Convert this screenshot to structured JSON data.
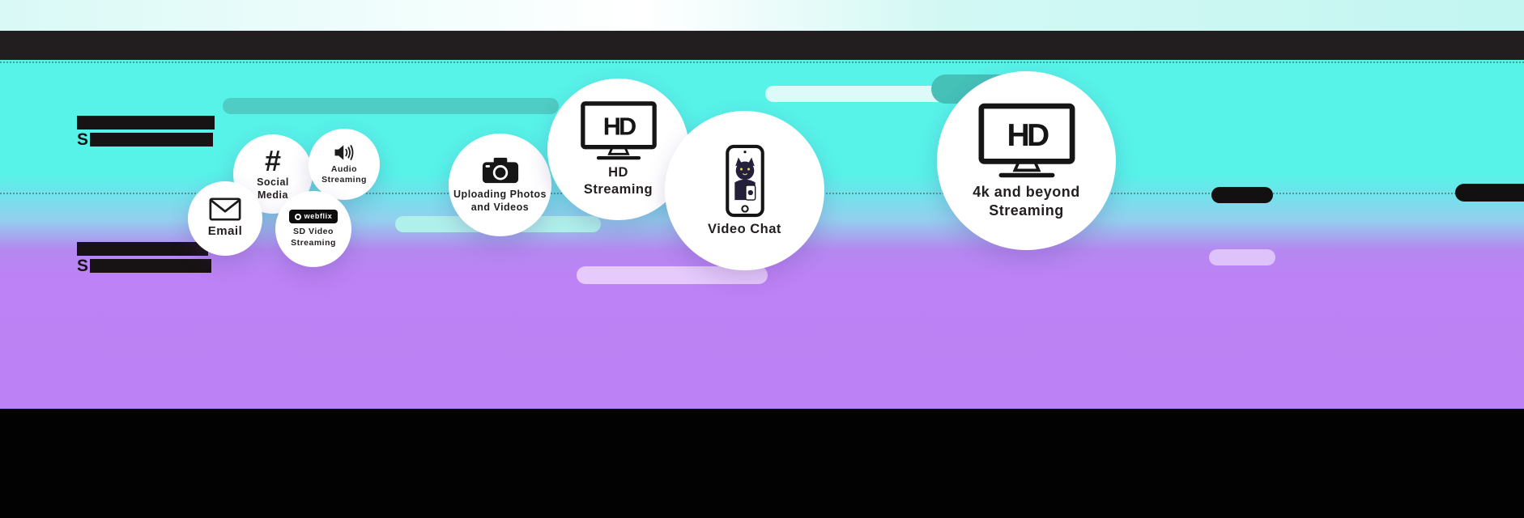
{
  "colors": {
    "teal_bg": "#57f2e8",
    "purple_bg": "#bd82f5",
    "header_black": "#221e1f",
    "footer_black": "#020202",
    "pill_teal_dark": "#4fccc3",
    "pill_teal_deep": "#45c1b8",
    "pill_cyan_light": "#dcfaf8",
    "pill_mint": "#aff0ea",
    "pill_lavender": "#e5cafb"
  },
  "redacted_labels": {
    "top_group": {
      "prefix": "S"
    },
    "bottom_group": {
      "prefix": "S"
    }
  },
  "bubbles": [
    {
      "label": "Email"
    },
    {
      "glyph": "#",
      "label": "Social\nMedia"
    },
    {
      "label": "Audio\nStreaming"
    },
    {
      "logo_text": "webflix",
      "label": "SD Video\nStreaming"
    },
    {
      "label": "Uploading Photos\nand Videos"
    },
    {
      "tv_text": "HD",
      "label": "HD\nStreaming"
    },
    {
      "label": "Video Chat"
    },
    {
      "tv_text": "HD",
      "label": "4k and beyond\nStreaming"
    }
  ]
}
